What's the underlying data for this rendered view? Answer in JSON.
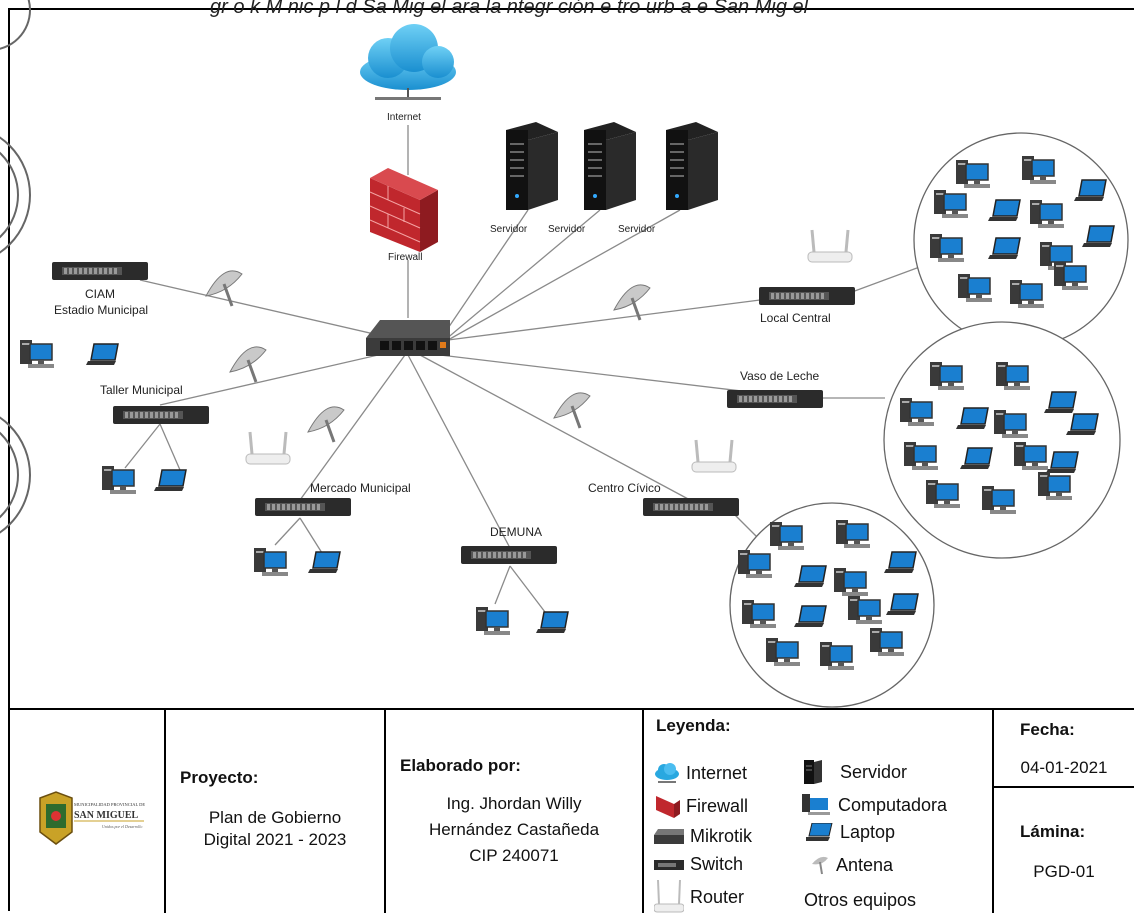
{
  "header": {
    "caption": "gr  o  k   M  nic  p l  d  Sa  Mig el   ara la  ntegr ción   e  tro   urb  a  e  San  Mig  el"
  },
  "diagram": {
    "internet": "Internet",
    "firewall": "Firewall",
    "servers": [
      "Servidor",
      "Servidor",
      "Servidor"
    ],
    "sites": {
      "ciam": "CIAM",
      "estadio": "Estadio Municipal",
      "taller": "Taller Municipal",
      "mercado": "Mercado Municipal",
      "demuna": "DEMUNA",
      "centro": "Centro Cívico",
      "vaso": "Vaso de Leche",
      "local": "Local Central"
    }
  },
  "title_block": {
    "logo_line1": "MUNICIPALIDAD PROVINCIAL DE",
    "logo_line2": "SAN MIGUEL",
    "logo_line3": "Unidos por el Desarrollo",
    "project_label": "Proyecto:",
    "project_value_1": "Plan de Gobierno",
    "project_value_2": "Digital 2021 - 2023",
    "author_label": "Elaborado por:",
    "author_1": "Ing. Jhordan Willy",
    "author_2": "Hernández Castañeda",
    "author_3": "CIP 240071",
    "legend_label": "Leyenda:",
    "legend": {
      "internet": "Internet",
      "servidor": "Servidor",
      "firewall": "Firewall",
      "computadora": "Computadora",
      "mikrotik": "Mikrotik",
      "laptop": "Laptop",
      "switch": "Switch",
      "antena": "Antena",
      "router": "Router",
      "otros": "Otros equipos"
    },
    "date_label": "Fecha:",
    "date_value": "04-01-2021",
    "sheet_label": "Lámina:",
    "sheet_value": "PGD-01"
  },
  "colors": {
    "cloud": "#29a8e0",
    "firewall": "#c0272d",
    "switch": "#2b2b2b",
    "line": "#888888"
  }
}
